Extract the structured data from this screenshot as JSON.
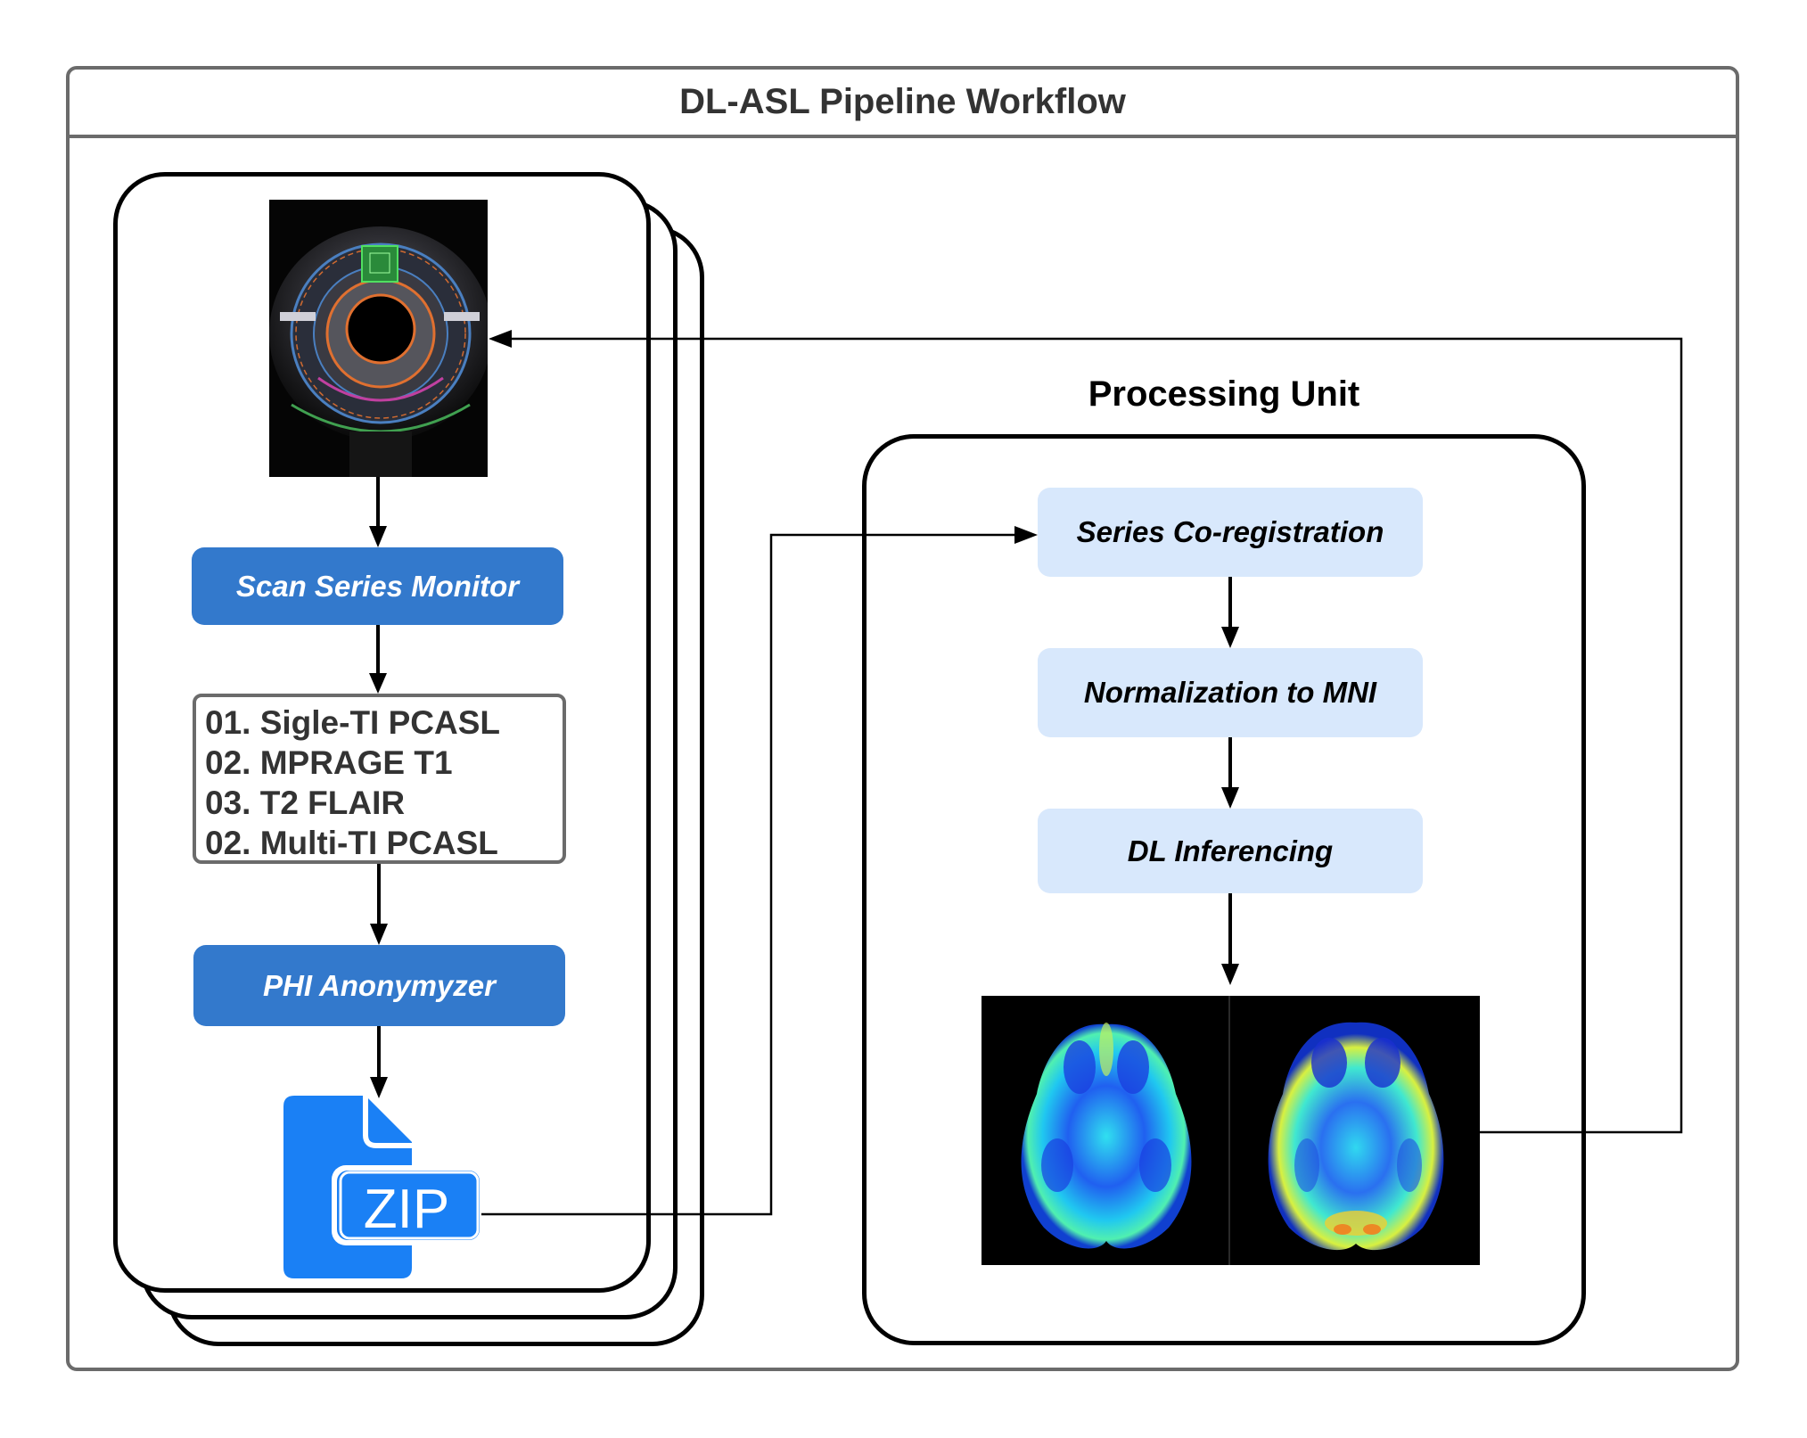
{
  "title": "DL-ASL Pipeline Workflow",
  "scanner_site": {
    "image": "mri-scanner-photo",
    "steps": {
      "monitor": "Scan Series Monitor",
      "anonymizer": "PHI Anonymyzer"
    },
    "series_list": [
      "01. Sigle-TI PCASL",
      "02. MPRAGE T1",
      "03. T2 FLAIR",
      "02. Multi-TI PCASL"
    ],
    "archive_icon": {
      "name": "zip-file-icon",
      "label": "ZIP",
      "color": "#1a80f5"
    }
  },
  "processing_unit": {
    "title": "Processing Unit",
    "steps": [
      "Series Co-registration",
      "Normalization to MNI",
      "DL Inferencing"
    ],
    "output_image": "cbf-brain-maps"
  },
  "colors": {
    "primary_step": "#3379cc",
    "processing_step": "#d8e8fc",
    "frame": "#6b6b6b"
  }
}
